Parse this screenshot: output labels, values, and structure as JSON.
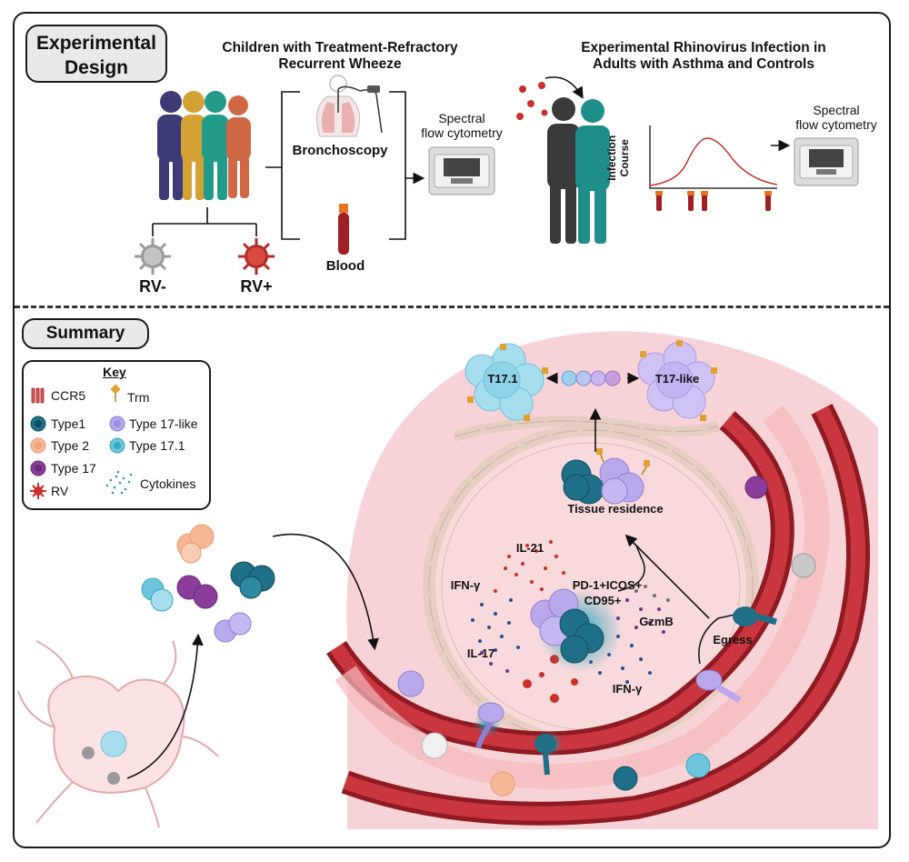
{
  "design": {
    "section_label_line1": "Experimental",
    "section_label_line2": "Design",
    "children_title_line1": "Children with Treatment-Refractory",
    "children_title_line2": "Recurrent Wheeze",
    "bronchoscopy": "Bronchoscopy",
    "blood": "Blood",
    "spectral_1_line1": "Spectral",
    "spectral_1_line2": "flow cytometry",
    "rv_neg": "RV-",
    "rv_pos": "RV+",
    "adults_title_line1": "Experimental Rhinovirus Infection in",
    "adults_title_line2": "Adults with Asthma and Controls",
    "infection_course_line1": "Infection",
    "infection_course_line2": "Course",
    "spectral_2_line1": "Spectral",
    "spectral_2_line2": "flow cytometry"
  },
  "summary": {
    "section_label": "Summary",
    "key": {
      "title": "Key",
      "ccr5": "CCR5",
      "trm": "Trm",
      "type1": "Type1",
      "type17_like": "Type 17-like",
      "type2": "Type 2",
      "type17_1": "Type 17.1",
      "type17": "Type 17",
      "cytokines": "Cytokines",
      "rv": "RV"
    },
    "t17_1": "T17.1",
    "t17_like": "T17-like",
    "tissue_residence": "Tissue residence",
    "il21": "IL-21",
    "ifn_g_left": "IFN-γ",
    "pd1": "PD-1+ICOS+",
    "cd95": "CD95+",
    "gzmb": "GzmB",
    "il17": "IL-17",
    "ifn_g_bottom": "IFN-γ",
    "egress": "Egress"
  },
  "colors": {
    "type1": "#1f6f86",
    "type17_like": "#b9a8ec",
    "type2": "#f6b896",
    "type17_1": "#6cc5da",
    "type17": "#8a3d9a",
    "rv": "#c9302c",
    "vessel": "#b31f2a",
    "tissue_pink": "#f7d3d8"
  }
}
